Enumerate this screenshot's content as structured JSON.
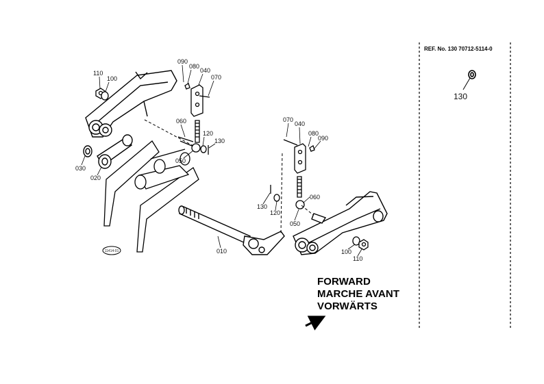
{
  "reference": {
    "text": "REF. No. 130 70712-5114-0",
    "detail_part": "130"
  },
  "direction": {
    "english": "FORWARD",
    "french": "MARCHE AVANT",
    "german": "VORWÄRTS"
  },
  "badge": "11414-01",
  "part_labels": {
    "p110_left": "110",
    "p100_left": "100",
    "p090_left": "090",
    "p080_left": "080",
    "p040_left": "040",
    "p070_left": "070",
    "p060_left": "060",
    "p120_left": "120",
    "p130_left": "130",
    "p050_left": "050",
    "p030": "030",
    "p020": "020",
    "p070_right": "070",
    "p040_right": "040",
    "p080_right": "080",
    "p090_right": "090",
    "p130_right": "130",
    "p120_right": "120",
    "p060_right": "060",
    "p050_right": "050",
    "p010": "010",
    "p100_right": "100",
    "p110_right": "110"
  }
}
